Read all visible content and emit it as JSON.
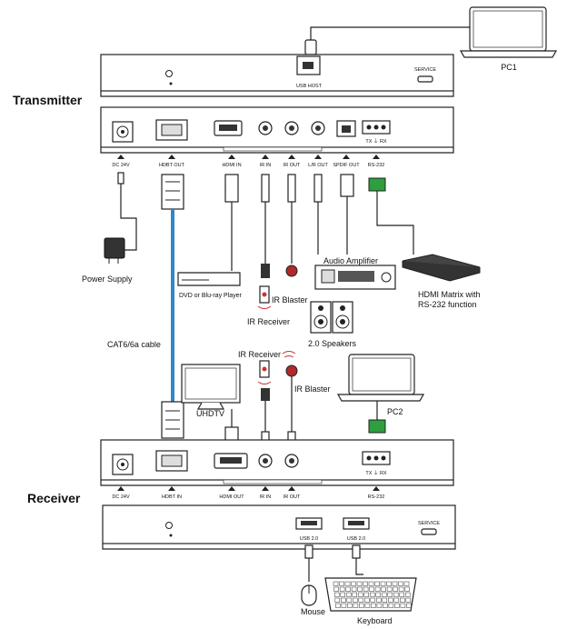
{
  "section_titles": {
    "transmitter": "Transmitter",
    "receiver": "Receiver"
  },
  "computers": {
    "pc1": "PC1",
    "pc2": "PC2"
  },
  "transmitter_front": {
    "usb_host": "USB HOST",
    "service": "SERVICE"
  },
  "transmitter_rear_ports": {
    "dc": "DC 24V",
    "hdbt_out": "HDBT OUT",
    "hdmi_in": "HDMI IN",
    "ir_in": "IR IN",
    "ir_out": "IR OUT",
    "lr_out": "L/R OUT",
    "spdif_out": "SPDIF OUT",
    "rs232": "RS-232",
    "txrx": "TX ⏚ RX"
  },
  "receiver_rear_ports": {
    "dc": "DC 24V",
    "hdbt_in": "HDBT IN",
    "hdmi_out": "HDMI OUT",
    "ir_in": "IR IN",
    "ir_out": "IR OUT",
    "rs232": "RS-232",
    "txrx": "TX ⏚ RX"
  },
  "receiver_front": {
    "usb1": "USB 2.0",
    "usb2": "USB 2.0",
    "service": "SERVICE"
  },
  "devices": {
    "power_supply": "Power Supply",
    "dvd": "DVD or Blu-ray Player",
    "ir_receiver_tx": "IR Receiver",
    "ir_blaster_tx": "IR Blaster",
    "audio_amp": "Audio Amplifier",
    "speakers": "2.0 Speakers",
    "hdmi_matrix": "HDMI Matrix with\nRS-232 function",
    "cable": "CAT6/6a cable",
    "uhdtv": "UHDTV",
    "ir_receiver_rx": "IR Receiver",
    "ir_blaster_rx": "IR Blaster",
    "mouse": "Mouse",
    "keyboard": "Keyboard"
  },
  "colors": {
    "cat_cable": "#2f87c8",
    "rs232_terminal": "#2e9e3e",
    "ir_blaster": "#b02a2a"
  }
}
